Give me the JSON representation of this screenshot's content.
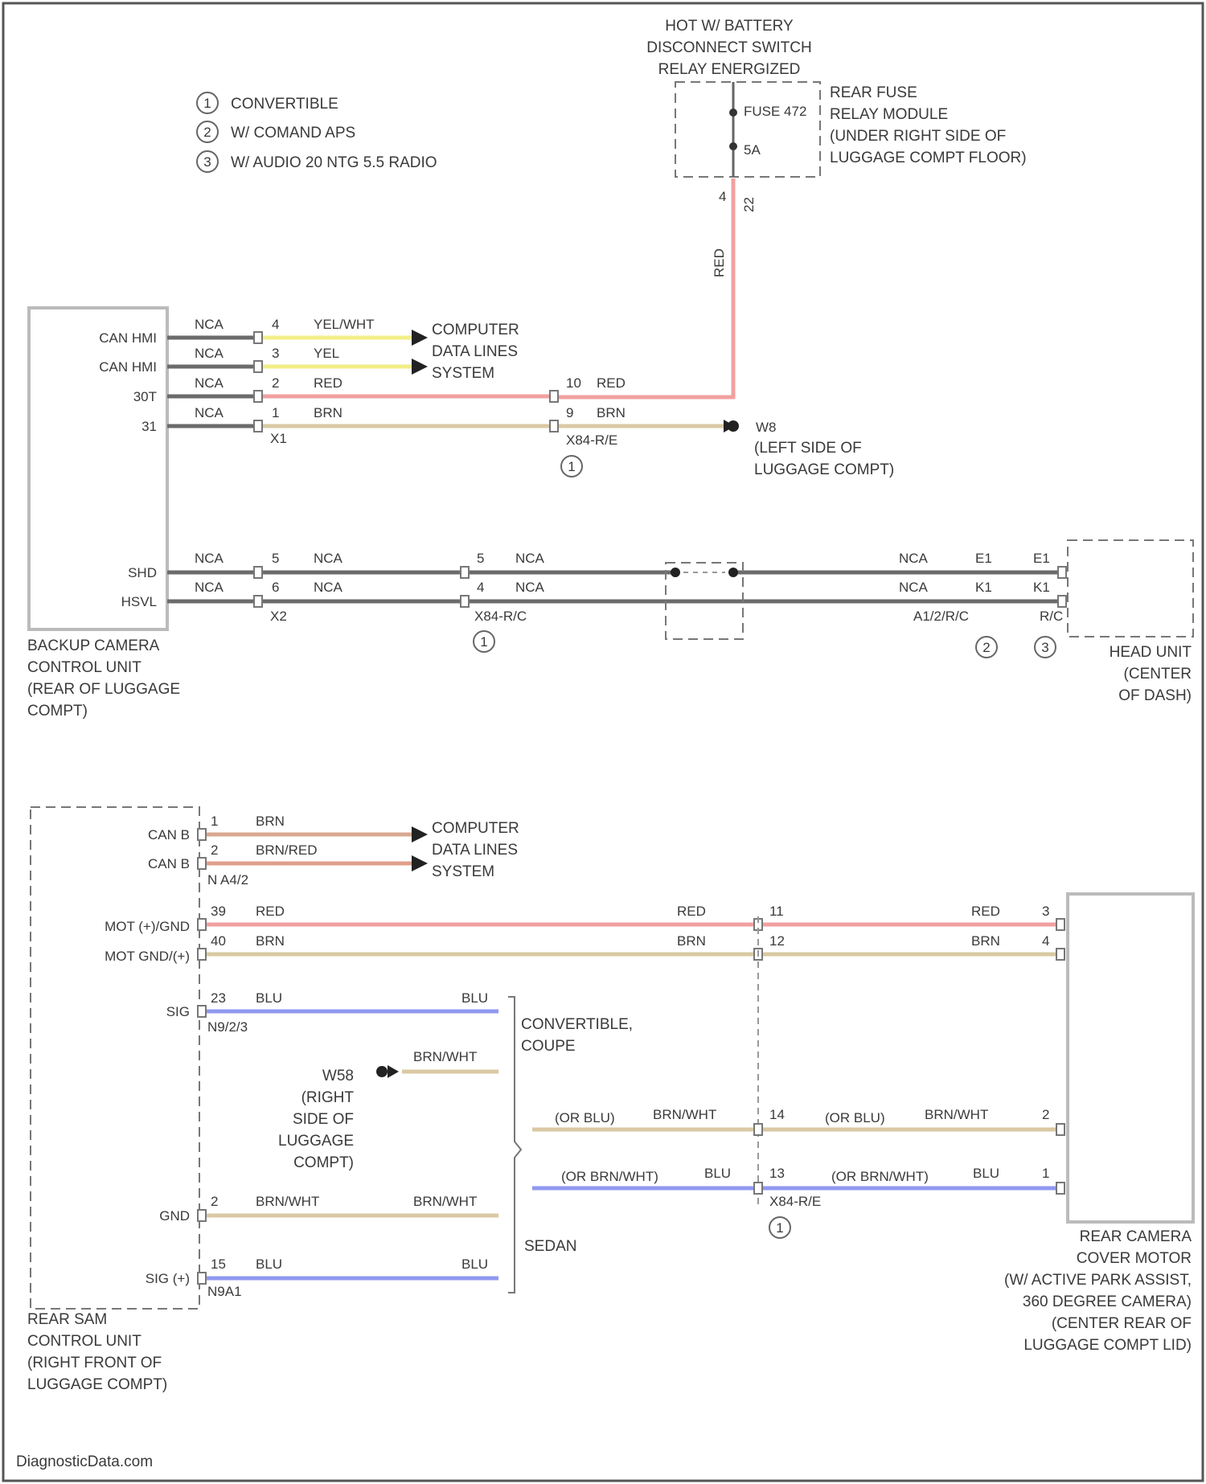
{
  "legend": [
    {
      "symbol": "1",
      "text": "CONVERTIBLE"
    },
    {
      "symbol": "2",
      "text": "W/ COMAND APS"
    },
    {
      "symbol": "3",
      "text": "W/ AUDIO 20 NTG 5.5 RADIO"
    }
  ],
  "battery_switch": {
    "title_lines": [
      "HOT W/ BATTERY",
      "DISCONNECT SWITCH",
      "RELAY ENERGIZED"
    ],
    "fuse_label": "FUSE 472",
    "fuse_rating": "5A",
    "module_lines": [
      "REAR FUSE",
      "RELAY MODULE",
      "(UNDER RIGHT SIDE OF",
      "LUGGAGE COMPT FLOOR)"
    ],
    "wire_color": "RED",
    "pin_left": "4",
    "pin_right": "22"
  },
  "backup_camera_unit": {
    "name_lines": [
      "BACKUP CAMERA",
      "CONTROL UNIT",
      "(REAR OF LUGGAGE",
      "COMPT)"
    ],
    "pins": [
      "CAN HMI",
      "CAN HMI",
      "30T",
      "31",
      "SHD",
      "HSVL"
    ],
    "connector_x1": "X1",
    "connector_x2": "X2"
  },
  "upper_wires": [
    {
      "nca": "NCA",
      "pin": "4",
      "color": "YEL/WHT"
    },
    {
      "nca": "NCA",
      "pin": "3",
      "color": "YEL"
    },
    {
      "nca": "NCA",
      "pin": "2",
      "color": "RED"
    },
    {
      "nca": "NCA",
      "pin": "1",
      "color": "BRN"
    }
  ],
  "computer_data_lines": [
    "COMPUTER",
    "DATA LINES",
    "SYSTEM"
  ],
  "splice_upper": {
    "pin_red": "10",
    "color_red": "RED",
    "pin_brn": "9",
    "color_brn": "BRN",
    "connector": "X84-R/E",
    "symbol": "1"
  },
  "ground_w8": {
    "id": "W8",
    "lines": [
      "(LEFT SIDE OF",
      "LUGGAGE COMPT)"
    ]
  },
  "video_wires": {
    "left": [
      {
        "nca": "NCA",
        "pin": "5",
        "nca2": "NCA"
      },
      {
        "nca": "NCA",
        "pin": "6",
        "nca2": "NCA"
      }
    ],
    "mid": [
      {
        "pin": "5",
        "nca": "NCA"
      },
      {
        "pin": "4",
        "nca": "NCA"
      }
    ],
    "mid_connector": "X84-R/C",
    "mid_symbol": "1",
    "right": [
      {
        "nca": "NCA",
        "pin_a": "E1",
        "pin_b": "E1"
      },
      {
        "nca": "NCA",
        "pin_a": "K1",
        "pin_b": "K1"
      }
    ],
    "right_conn_a": "A1/2/R/C",
    "right_conn_b": "R/C",
    "right_symbol_a": "2",
    "right_symbol_b": "3"
  },
  "head_unit": {
    "name_lines": [
      "HEAD UNIT",
      "(CENTER",
      "OF DASH)"
    ]
  },
  "sam_unit": {
    "name_lines": [
      "REAR SAM",
      "CONTROL UNIT",
      "(RIGHT FRONT OF",
      "LUGGAGE COMPT)"
    ],
    "pins": [
      "CAN B",
      "CAN B",
      "MOT (+)/GND",
      "MOT GND/(+)",
      "SIG",
      "GND",
      "SIG (+)"
    ],
    "connector_x4": "N A4/2",
    "connector_ngr": "N9/2/3",
    "connector_n9": "N9A1"
  },
  "lower_can": [
    {
      "pin": "1",
      "color": "BRN"
    },
    {
      "pin": "2",
      "color": "BRN/RED"
    }
  ],
  "motor_wires": [
    {
      "pin": "39",
      "color": "RED",
      "color2": "RED",
      "splice_pin": "11",
      "color3": "RED",
      "end_pin": "3"
    },
    {
      "pin": "40",
      "color": "BRN",
      "color2": "BRN",
      "splice_pin": "12",
      "color3": "BRN",
      "end_pin": "4"
    }
  ],
  "sig_wire": {
    "pin": "23",
    "color": "BLU",
    "color2": "BLU"
  },
  "variant_labels": {
    "upper": [
      "CONVERTIBLE,",
      "COUPE"
    ],
    "lower": "SEDAN"
  },
  "ground_w58": {
    "lines": [
      "W58",
      "(RIGHT",
      "SIDE OF",
      "LUGGAGE",
      "COMPT)"
    ],
    "color": "BRN/WHT"
  },
  "cover_signal": {
    "upper": {
      "alt": "(OR BLU)",
      "color": "BRN/WHT",
      "pin": "14",
      "alt2": "(OR BLU)",
      "color2": "BRN/WHT",
      "end_pin": "2"
    },
    "lower": {
      "alt": "(OR BRN/WHT)",
      "color": "BLU",
      "pin": "13",
      "alt2": "(OR BRN/WHT)",
      "color2": "BLU",
      "end_pin": "1"
    },
    "connector": "X84-R/E",
    "symbol": "1"
  },
  "gnd_wire": {
    "pin": "2",
    "color": "BRN/WHT",
    "color2": "BRN/WHT"
  },
  "sig_plus_wire": {
    "pin": "15",
    "color": "BLU",
    "color2": "BLU"
  },
  "rear_camera_motor": {
    "name_lines": [
      "REAR CAMERA",
      "COVER MOTOR",
      "(W/ ACTIVE PARK ASSIST,",
      "360 DEGREE CAMERA)",
      "(CENTER REAR OF",
      "LUGGAGE COMPT LID)"
    ]
  },
  "footer": "DiagnosticData.com",
  "colors": {
    "red": "#f2a0a0",
    "yellow": "#f2ee88",
    "tan": "#d9c9a3",
    "blue": "#9098f0",
    "gray": "#6b6b6b"
  }
}
